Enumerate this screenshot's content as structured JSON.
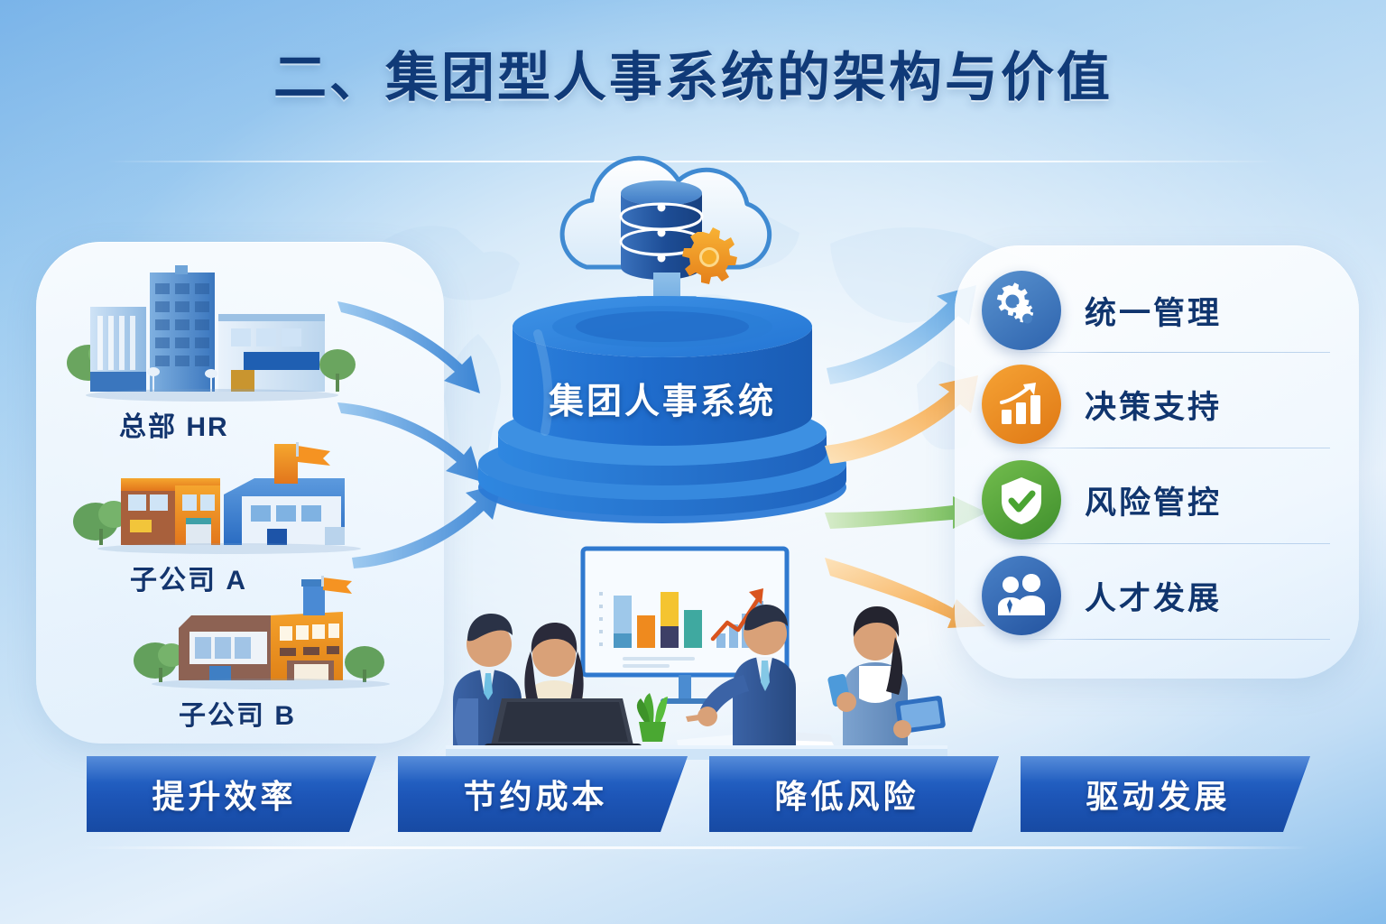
{
  "title": {
    "text": "二、集团型人事系统的架构与价值"
  },
  "org_sources": {
    "heading_hint": "left-panel",
    "items": [
      {
        "label": "总部 HR",
        "icon": "office-buildings-icon",
        "kind": "headquarters"
      },
      {
        "label": "子公司 A",
        "icon": "factory-orange-blue-icon",
        "kind": "subsidiary"
      },
      {
        "label": "子公司 B",
        "icon": "factory-brown-orange-icon",
        "kind": "subsidiary"
      }
    ]
  },
  "core": {
    "platform_label": "集团人事系统",
    "cloud": {
      "icon": "cloud-database-gear-icon",
      "arrow": "down-arrow-icon"
    },
    "inbound_arrow_color": "#4f97de",
    "cylinder_color_top": "#2f86e0",
    "cylinder_color_body": "#1f6fd0"
  },
  "values": {
    "items": [
      {
        "label": "统一管理",
        "icon": "gears-icon",
        "color": "#3c78c0",
        "arrow_color": "#74b3e8"
      },
      {
        "label": "决策支持",
        "icon": "bar-chart-up-icon",
        "color": "#ef8a1e",
        "arrow_color": "#f5a742"
      },
      {
        "label": "风险管控",
        "icon": "shield-check-icon",
        "color": "#58ac3c",
        "arrow_color": "#6cbb46"
      },
      {
        "label": "人才发展",
        "icon": "people-group-icon",
        "color": "#2f63b4",
        "arrow_color": "#f5a742"
      }
    ]
  },
  "benefits": {
    "items": [
      {
        "label": "提升效率"
      },
      {
        "label": "节约成本"
      },
      {
        "label": "降低风险"
      },
      {
        "label": "驱动发展"
      }
    ]
  },
  "scene": {
    "name": "business-meeting-illustration",
    "whiteboard": {
      "chart_type": "bar-with-trend-arrow",
      "bar_colors": [
        "#9ec8ea",
        "#ef8a1e",
        "#f4c430",
        "#3d3f66",
        "#3fa9a0"
      ]
    }
  },
  "palette": {
    "title_blue": "#103a78",
    "deep_blue": "#174aa3",
    "accent_orange": "#ef8a1e",
    "accent_green": "#58ac3c",
    "panel_white": "#ffffff"
  }
}
